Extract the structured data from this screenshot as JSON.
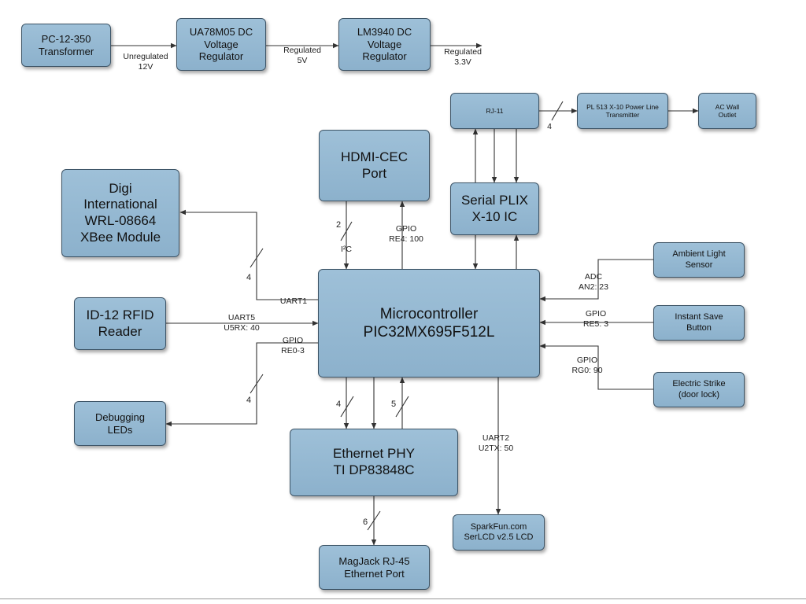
{
  "blocks": {
    "transformer": "PC-12-350\nTransformer",
    "ua78m05": "UA78M05 DC\nVoltage\nRegulator",
    "lm3940": "LM3940 DC\nVoltage\nRegulator",
    "rj11": "RJ-11",
    "pl513": "PL 513 X-10 Power Line\nTransmitter",
    "ac_wall": "AC Wall\nOutlet",
    "hdmi_cec": "HDMI-CEC\nPort",
    "serial_plix": "Serial PLIX\nX-10 IC",
    "xbee": "Digi\nInternational\nWRL-08664\nXBee Module",
    "rfid": "ID-12 RFID\nReader",
    "microcontroller": "Microcontroller\nPIC32MX695F512L",
    "debug_leds": "Debugging\nLEDs",
    "ambient_light": "Ambient Light\nSensor",
    "instant_save": "Instant Save\nButton",
    "electric_strike": "Electric Strike\n(door lock)",
    "ethernet_phy": "Ethernet PHY\nTI DP83848C",
    "serlcd": "SparkFun.com\nSerLCD v2.5 LCD",
    "magjack": "MagJack RJ-45\nEthernet Port"
  },
  "labels": {
    "unregulated_12v": "Unregulated\n12V",
    "regulated_5v": "Regulated\n5V",
    "regulated_3v3": "Regulated\n3.3V",
    "rj11_bus_width": "4",
    "i2c_width": "2",
    "i2c": "I²C",
    "gpio_re4": "GPIO\nRE4: 100",
    "xbee_width": "4",
    "uart1": "UART1",
    "uart5": "UART5\nU5RX: 40",
    "gpio_re0": "GPIO\nRE0-3",
    "leds_width": "4",
    "adc_an2": "ADC\nAN2: 23",
    "gpio_re5": "GPIO\nRE5: 3",
    "gpio_rg0": "GPIO\nRG0: 90",
    "phy_width_4": "4",
    "phy_width_5": "5",
    "uart2": "UART2\nU2TX: 50",
    "magjack_width": "6"
  }
}
